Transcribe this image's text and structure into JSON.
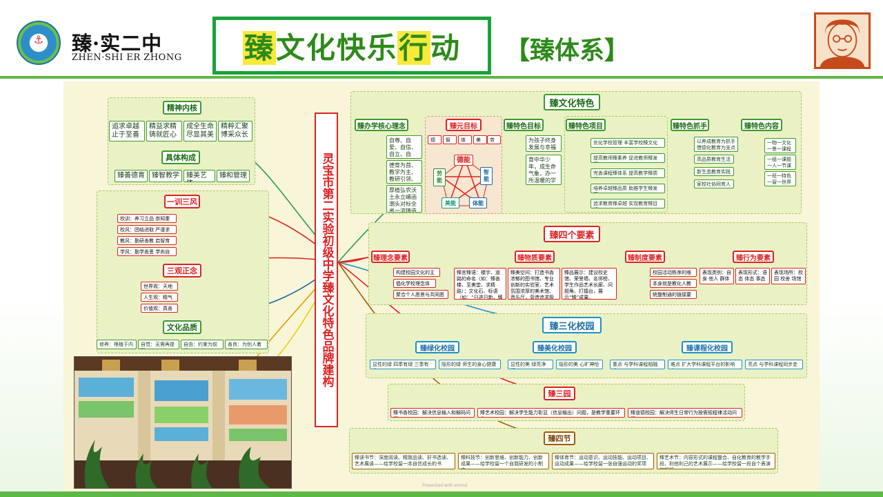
{
  "header": {
    "school_cn": "臻·实二中",
    "school_en": "ZHEN·SHI ER ZHONG",
    "title_parts": [
      "臻",
      "文化快乐",
      "行",
      "动"
    ],
    "subtitle": "【臻体系】"
  },
  "center": "灵宝市第二实验初级中学臻文化特色品牌建构",
  "left": {
    "spirit": {
      "title": "精神内核",
      "items": [
        "追求卓越止于至善",
        "精益求精铸就匠心",
        "成全生命尽显其美",
        "精粹汇聚博采众长"
      ]
    },
    "composition": {
      "title": "具体构成",
      "items": [
        "臻善德育",
        "臻智教学",
        "臻美艺体",
        "臻和管理"
      ]
    },
    "yixun": {
      "title": "一训三风",
      "items": [
        "校训：养习立品 崇知重能",
        "校风：团结进取 严谨求实",
        "教风：勤研善教 启智育人",
        "学风：勤学善思 学尚自主"
      ]
    },
    "sanguan": {
      "title": "三观正念",
      "items": [
        "世界观：天地人",
        "人生观：精气神",
        "价值观：真善美"
      ]
    },
    "pinzhi": {
      "title": "文化品质",
      "items": [
        "修养：根植于内心",
        "自觉：无需再提醒",
        "自由：约束为前提",
        "善良：为别人着想"
      ]
    }
  },
  "tese": {
    "title": "臻文化特色",
    "linian": {
      "title": "臻办学核心理念",
      "items": [
        "自尊、自爱、自信、自立、自律、自强。",
        "德育为首、教学为主、教研引领、注重特色",
        "厚植弘农沃土永立崤函潮头对标全省一流铸造示范品牌"
      ]
    },
    "yuan": {
      "title": "臻元目标",
      "items": [
        "德育",
        "智育",
        "体育",
        "美育",
        "劳育"
      ],
      "star": [
        "德能",
        "智能",
        "体能",
        "美能",
        "劳能"
      ]
    },
    "mubiao": {
      "title": "臻特色目标",
      "items": [
        "为孩子终身发展与幸福奠基",
        "育中华少年，成生命气象，办一所温暖的学校"
      ]
    },
    "xiangmu": {
      "title": "臻特色项目",
      "items": [
        "优化学校管理 丰富学校臻文化",
        "提高教师臻素养 促进教师臻发展",
        "完善课程臻体系 提高教学臻质量",
        "培养卓越臻品质 助推学生臻发展",
        "追求教育臻卓越 实现教育臻目标"
      ]
    },
    "zhuashou": {
      "title": "臻特色抓手",
      "items": [
        "以养成教育为抓手 借德化教育为支点",
        "高品质教育生活",
        "新生态教育实践",
        "家校社协同育人"
      ]
    },
    "neirong": {
      "title": "臻特色内容",
      "items": [
        "一物一文化 一景一课程",
        "一组一课题 一人一节课",
        "一班一特色 一窗一世界"
      ]
    }
  },
  "sige": {
    "title": "臻四个要素",
    "linian": {
      "title": "臻理念要素",
      "items": [
        "构建校园文化的主旨",
        "倡化学校理念体系",
        "聚合个人愿景与共同愿景"
      ]
    },
    "wuzhi": {
      "title": "臻物质要素",
      "items": [
        "臻言臻语：楼宇、道路的命名（如：臻善楼、至美堂、求精路）；文化石、标语（如：“日进日新，臻于至善”）",
        "臻美空间：打造书香浓郁的图书馆、专业创新的实验室、艺术氛围浓厚的美术馆、音乐厅，营造追求极致的环境。",
        "臻品展示：建设校史馆、荣誉墙、名师榜、学生作品艺术长廊、问题角、打擂台，展示“臻”成果。"
      ]
    },
    "zhidu": {
      "title": "臻制度要素",
      "items": [
        "校园活动秩序的维护",
        "本身就是教化人教材",
        "统整制通的链接要素"
      ]
    },
    "xingwei": {
      "title": "臻行为要素",
      "items": [
        "表现类别：自身 他人 群体",
        "表现形式：语态 体态 事态",
        "表现场所：校园 校舍 场馆"
      ]
    }
  },
  "sanhua": {
    "title": "臻三化校园",
    "lv": {
      "title": "臻绿化校园",
      "items": [
        "显性的绿 四季有绿 三季有花",
        "隐形的绿 师生的身心健康"
      ]
    },
    "mei": {
      "title": "臻美化校园",
      "items": [
        "显性的美 绿亮净畅",
        "隐形的美 心旷神怡"
      ]
    },
    "kecheng": {
      "title": "臻课程化校园",
      "items": [
        "重点 与学科课程相融合",
        "难点 扩大学科课程平台的影响力",
        "亮点 与学科课程同步走"
      ]
    }
  },
  "sanyuan": {
    "title": "臻三园",
    "items": [
      "臻书香校园：解决信息输入和解码问题",
      "臻艺术校园：解决学生能力彰显（信息输出）问题，是教学重要环节",
      "臻道德校园：解决师生日常行为按需规程律活动问题"
    ]
  },
  "sijie": {
    "title": "臻四节",
    "items": [
      "臻读书节：深度阅读、精致品读、好书选读、艺术展读——给学校留一本自信成长的书",
      "臻科技节：创新思维、创新能力、创新成果——给学校留一个自我研发的小制作",
      "臻体育节：运动意识、运动技能、运动项目、运动成果——给学校留一张自强运动的奖项",
      "臻艺术节：内容形式的课程整合、自化教育的教学手段、利他利己的艺术展示——给学校留一段自个表演的视频"
    ]
  },
  "watermark": "Presented with xmind"
}
